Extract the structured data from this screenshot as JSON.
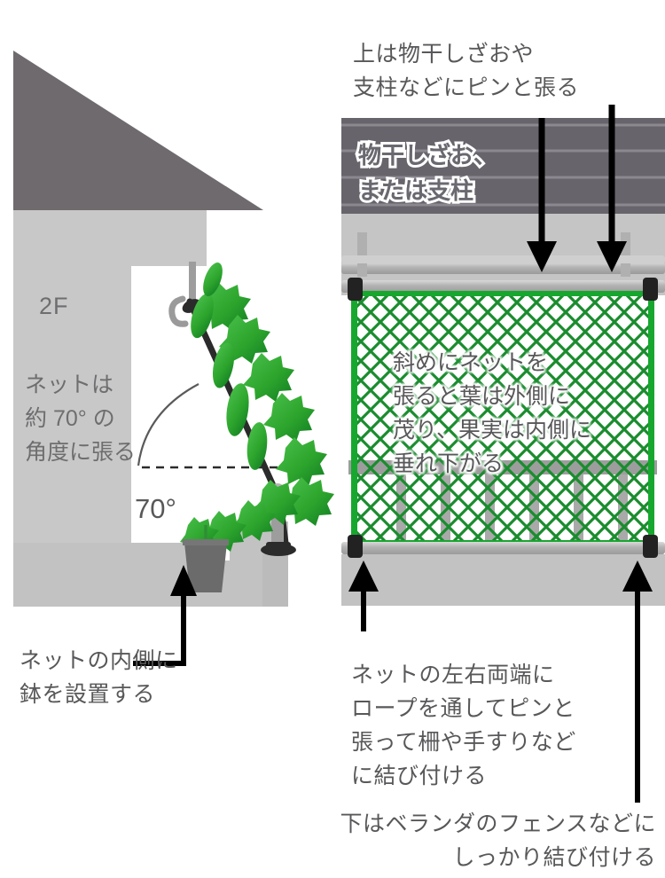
{
  "diagram": {
    "title": "ベランダのネット設置図",
    "colors": {
      "roof": "#6e6a6e",
      "wall_light": "#c8c8c8",
      "wall_mid": "#bdbdbd",
      "siding_dark": "#67646b",
      "net_green": "#1a8c2e",
      "net_rope": "#17a72f",
      "text_gray": "#58585a",
      "label_gray": "#6e6e70",
      "arrow_black": "#000000",
      "pot_gray": "#6b6b6b",
      "rail_gray": "#b6b6b6",
      "clip_black": "#222222"
    }
  },
  "left_panel": {
    "floor_label": "2F",
    "net_angle_note": "ネットは\n約 70° の\n角度に張る",
    "angle_value": "70°",
    "pot_caption": "ネットの内側に\n鉢を設置する"
  },
  "right_panel": {
    "top_caption": "上は物干しざおや\n支柱などにピンと張る",
    "pole_label": "物干しざお、\nまたは支柱",
    "net_caption": "斜めにネットを\n張ると葉は外側に\n茂り、果実は内側に\n垂れ下がる",
    "side_caption": "ネットの左右両端に\nロープを通してピンと\n張って柵や手すりなど\nに結び付ける",
    "bottom_caption": "下はベランダのフェンスなどに\nしっかり結び付ける"
  }
}
